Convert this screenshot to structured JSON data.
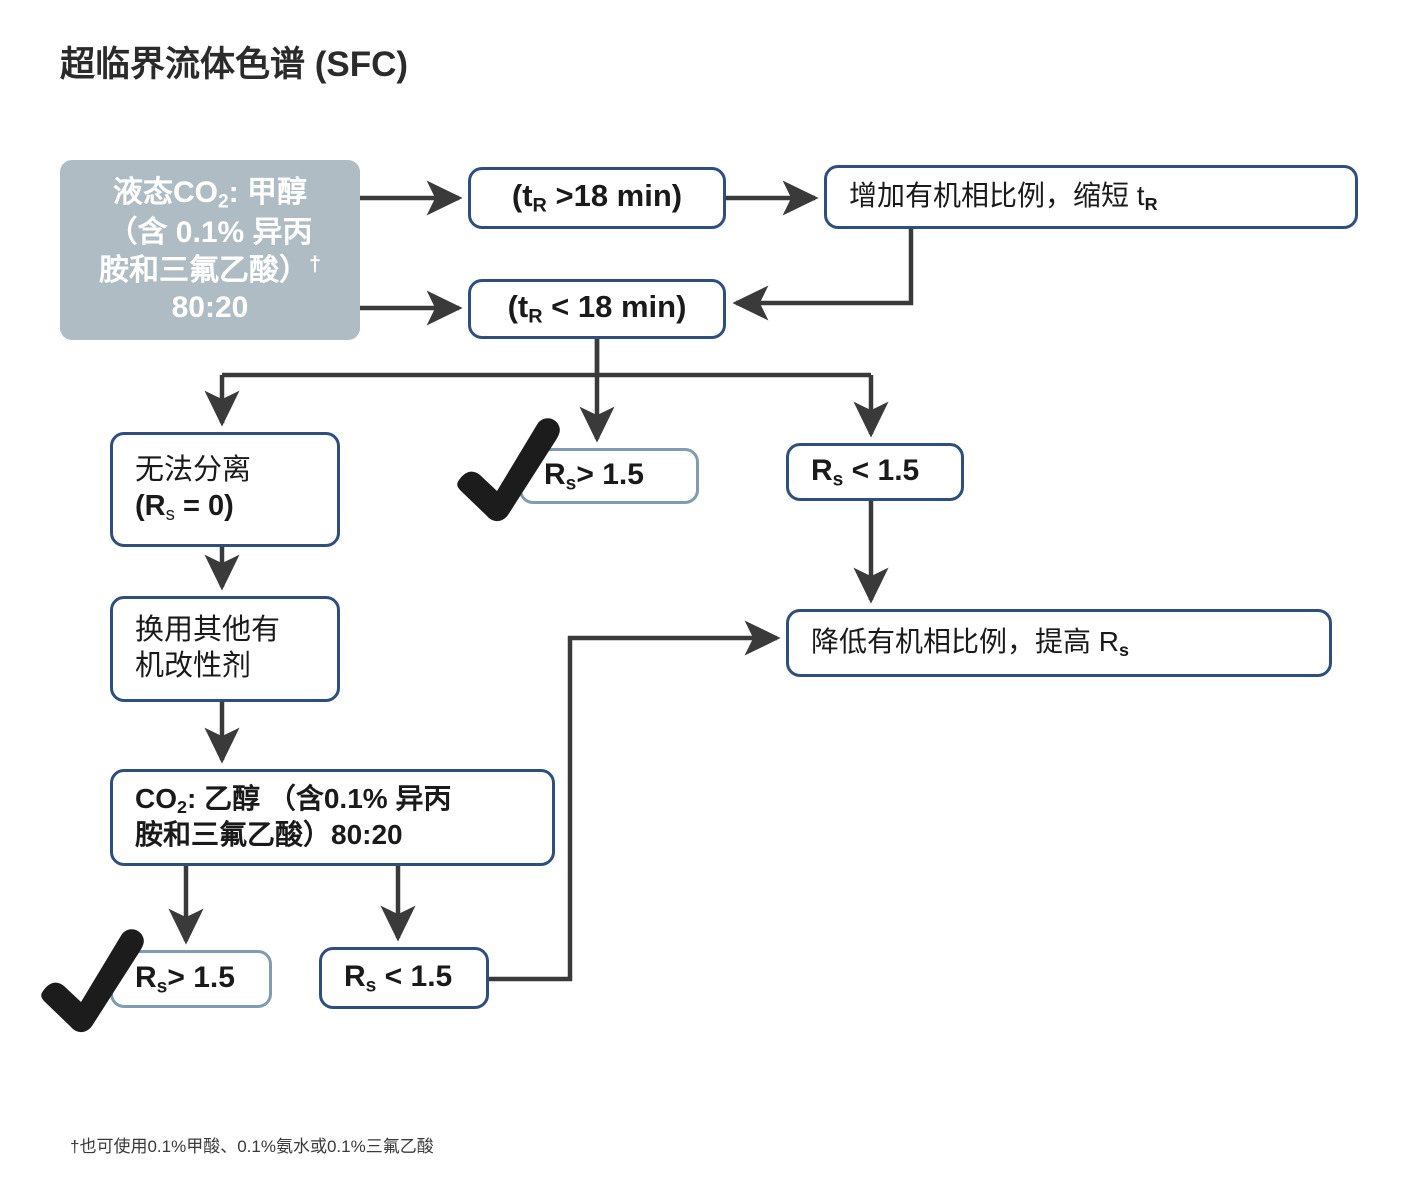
{
  "page": {
    "title": "超临界流体色谱 (SFC)",
    "footnote": "†也可使用0.1%甲酸、0.1%氨水或0.1%三氟乙酸",
    "colors": {
      "navy_border": "#2e4f7d",
      "steel_border": "#7f9dae",
      "start_fill": "#afbcc4",
      "arrow": "#3a3a3a",
      "text": "#1a1a1a",
      "check": "#1c1c1c",
      "background": "#ffffff"
    }
  },
  "nodes": {
    "start": {
      "line1_a": "液态CO",
      "line1_sub": "2",
      "line1_b": ": 甲醇",
      "line2": "（含 0.1% 异丙",
      "line3_a": "胺和三氟乙酸）",
      "line3_dagger": "†",
      "line4": "80:20",
      "style": "gray"
    },
    "tr_gt": {
      "a": "(t",
      "sub": "R",
      "b": " >18 min)",
      "style": "navy"
    },
    "tr_lt": {
      "a": "(t",
      "sub": "R",
      "b": " < 18 min)",
      "style": "navy"
    },
    "increase": {
      "a": "增加有机相比例，缩短 t",
      "sub": "R",
      "style": "navy"
    },
    "no_separation": {
      "line1": "无法分离",
      "line2_a": "(R",
      "line2_sub": "s",
      "line2_b": " = 0)",
      "style": "navy"
    },
    "rs_gt_top": {
      "a": "R",
      "sub": "s",
      "b": "> 1.5",
      "style": "steel",
      "check": true
    },
    "rs_lt_top": {
      "a": "R",
      "sub": "s",
      "b": " < 1.5",
      "style": "navy"
    },
    "switch_modifier": {
      "line1": "换用其他有",
      "line2": "机改性剂",
      "style": "navy"
    },
    "co2_ethanol": {
      "line1_a": "CO",
      "line1_sub": "2",
      "line1_b": ": 乙醇 （含0.1% 异丙",
      "line2": "胺和三氟乙酸）80:20",
      "style": "navy"
    },
    "lower": {
      "a": "降低有机相比例，提高 R",
      "sub": "s",
      "style": "navy"
    },
    "rs_gt_bottom": {
      "a": "R",
      "sub": "s",
      "b": "> 1.5",
      "style": "steel",
      "check": true
    },
    "rs_lt_bottom": {
      "a": "R",
      "sub": "s",
      "b": " < 1.5",
      "style": "navy"
    }
  },
  "flow": {
    "edges": [
      {
        "from": "start",
        "to": "tr_gt",
        "kind": "arrow-right"
      },
      {
        "from": "start",
        "to": "tr_lt",
        "kind": "arrow-right"
      },
      {
        "from": "tr_gt",
        "to": "increase",
        "kind": "arrow-right"
      },
      {
        "from": "increase",
        "to": "tr_lt",
        "kind": "elbow-feedback-left"
      },
      {
        "from": "tr_lt",
        "to": "no_separation",
        "kind": "split-down"
      },
      {
        "from": "tr_lt",
        "to": "rs_gt_top",
        "kind": "split-down"
      },
      {
        "from": "tr_lt",
        "to": "rs_lt_top",
        "kind": "split-down"
      },
      {
        "from": "rs_lt_top",
        "to": "lower",
        "kind": "arrow-down"
      },
      {
        "from": "no_separation",
        "to": "switch_modifier",
        "kind": "arrow-down"
      },
      {
        "from": "switch_modifier",
        "to": "co2_ethanol",
        "kind": "arrow-down"
      },
      {
        "from": "co2_ethanol",
        "to": "rs_gt_bottom",
        "kind": "arrow-down"
      },
      {
        "from": "co2_ethanol",
        "to": "rs_lt_bottom",
        "kind": "arrow-down"
      },
      {
        "from": "rs_lt_bottom",
        "to": "lower",
        "kind": "elbow-right-up"
      }
    ]
  }
}
